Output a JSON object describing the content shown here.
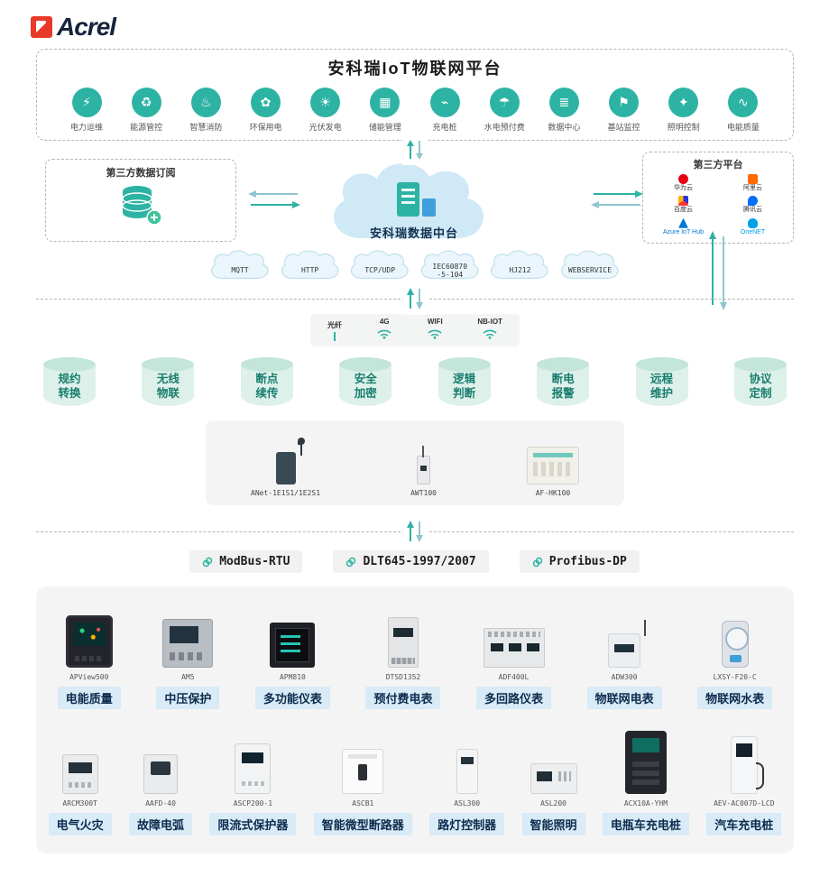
{
  "brand": {
    "name": "Acrel"
  },
  "platform": {
    "title": "安科瑞IoT物联网平台",
    "apps": [
      {
        "label": "电力运维",
        "icon": "⚡"
      },
      {
        "label": "能源管控",
        "icon": "♻"
      },
      {
        "label": "智慧消防",
        "icon": "♨"
      },
      {
        "label": "环保用电",
        "icon": "✿"
      },
      {
        "label": "光伏发电",
        "icon": "☀"
      },
      {
        "label": "储能管理",
        "icon": "▦"
      },
      {
        "label": "充电桩",
        "icon": "⌁"
      },
      {
        "label": "水电预付费",
        "icon": "☂"
      },
      {
        "label": "数据中心",
        "icon": "≣"
      },
      {
        "label": "基站监控",
        "icon": "⚑"
      },
      {
        "label": "照明控制",
        "icon": "✦"
      },
      {
        "label": "电能质量",
        "icon": "∿"
      }
    ]
  },
  "hub": {
    "subscription_box": {
      "title": "第三方数据订阅"
    },
    "data_center": {
      "label": "安科瑞数据中台"
    },
    "third_party_box": {
      "title": "第三方平台",
      "platforms": [
        {
          "name": "华为云",
          "color": "#e60012"
        },
        {
          "name": "阿里云",
          "color": "#ff6a00"
        },
        {
          "name": "百度云",
          "color": "#2932e1"
        },
        {
          "name": "腾讯云",
          "color": "#006eff"
        },
        {
          "name": "Azure IoT Hub",
          "color": "#0078d4"
        },
        {
          "name": "OneNET",
          "color": "#00a0e9"
        }
      ]
    },
    "protocol_clouds": [
      "MQTT",
      "HTTP",
      "TCP/UDP",
      "IEC60870\n-5-104",
      "HJ212",
      "WEBSERVICE"
    ]
  },
  "network": {
    "types": [
      {
        "label": "光纤"
      },
      {
        "label": "4G"
      },
      {
        "label": "WIFI"
      },
      {
        "label": "NB-IOT"
      }
    ]
  },
  "capabilities": [
    {
      "label": "规约\n转换"
    },
    {
      "label": "无线\n物联"
    },
    {
      "label": "断点\n续传"
    },
    {
      "label": "安全\n加密"
    },
    {
      "label": "逻辑\n判断"
    },
    {
      "label": "断电\n报警"
    },
    {
      "label": "远程\n维护"
    },
    {
      "label": "协议\n定制"
    }
  ],
  "gateways": [
    {
      "model": "ANet-1E1S1/1E2S1"
    },
    {
      "model": "AWT100"
    },
    {
      "model": "AF-HK100"
    }
  ],
  "field_protocols": [
    {
      "label": "ModBus-RTU"
    },
    {
      "label": "DLT645-1997/2007"
    },
    {
      "label": "Profibus-DP"
    }
  ],
  "products": {
    "row1": [
      {
        "model": "APView500",
        "label": "电能质量"
      },
      {
        "model": "AM5",
        "label": "中压保护"
      },
      {
        "model": "APM810",
        "label": "多功能仪表"
      },
      {
        "model": "DTSD1352",
        "label": "预付费电表"
      },
      {
        "model": "ADF400L",
        "label": "多回路仪表"
      },
      {
        "model": "ADW300",
        "label": "物联网电表"
      },
      {
        "model": "LXSY-F20-C",
        "label": "物联网水表"
      }
    ],
    "row2": [
      {
        "model": "ARCM300T",
        "label": "电气火灾"
      },
      {
        "model": "AAFD-40",
        "label": "故障电弧"
      },
      {
        "model": "ASCP200-1",
        "label": "限流式保护器"
      },
      {
        "model": "ASCB1",
        "label": "智能微型断路器"
      },
      {
        "model": "ASL300",
        "label": "路灯控制器"
      },
      {
        "model": "ASL200",
        "label": "智能照明"
      },
      {
        "model": "ACX10A-YHM",
        "label": "电瓶车充电桩"
      },
      {
        "model": "AEV-AC007D-LCD",
        "label": "汽车充电桩"
      }
    ]
  }
}
